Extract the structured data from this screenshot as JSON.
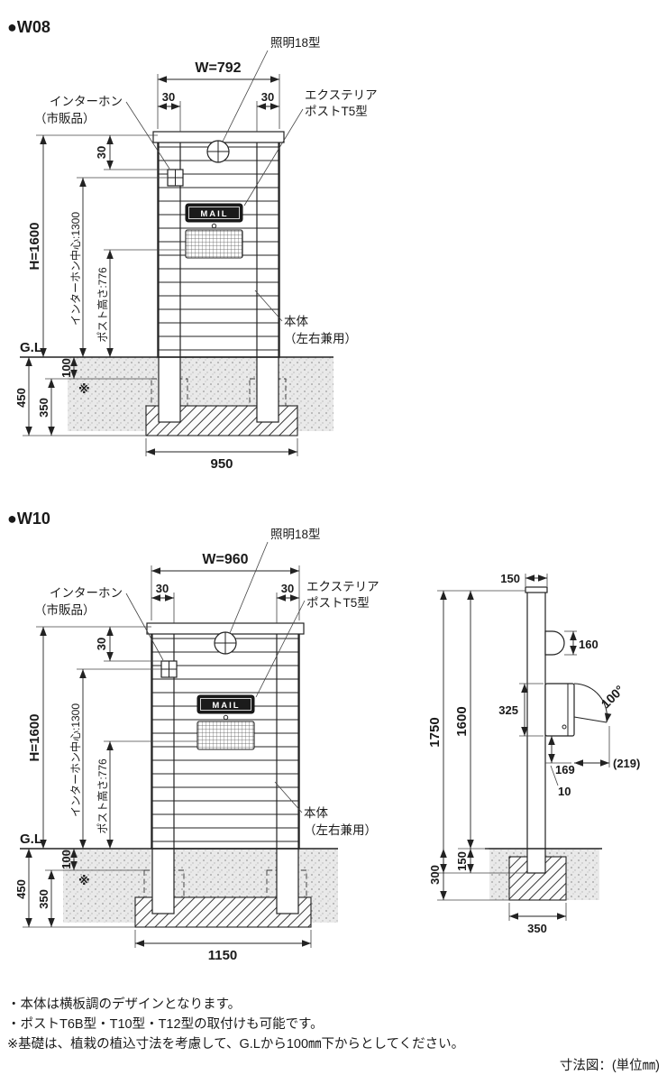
{
  "w08": {
    "title": "●W08",
    "dims": {
      "width": "W=792",
      "inset_left": "30",
      "inset_right": "30",
      "top_offset": "30",
      "height": "H=1600",
      "intercom_center": "インターホン中心:1300",
      "post_height": "ポスト高さ:776",
      "gl": "G.L",
      "embed_total": "450",
      "footing_depth": "350",
      "cover_depth": "100",
      "ref_mark": "※",
      "footing_width": "950"
    },
    "labels": {
      "light": "照明18型",
      "intercom_line1": "インターホン",
      "intercom_line2": "（市販品）",
      "post_line1": "エクステリア",
      "post_line2": "ポストT5型",
      "body_line1": "本体",
      "body_line2": "（左右兼用）",
      "mail": "MAIL"
    }
  },
  "w10": {
    "title": "●W10",
    "dims": {
      "width": "W=960",
      "inset_left": "30",
      "inset_right": "30",
      "top_offset": "30",
      "height": "H=1600",
      "intercom_center": "インターホン中心:1300",
      "post_height": "ポスト高さ:776",
      "gl": "G.L",
      "embed_total": "450",
      "footing_depth": "350",
      "cover_depth": "100",
      "ref_mark": "※",
      "footing_width": "1150"
    },
    "labels": {
      "light": "照明18型",
      "intercom_line1": "インターホン",
      "intercom_line2": "（市販品）",
      "post_line1": "エクステリア",
      "post_line2": "ポストT5型",
      "body_line1": "本体",
      "body_line2": "（左右兼用）",
      "mail": "MAIL"
    }
  },
  "side": {
    "dims": {
      "post_depth": "150",
      "light_height": "160",
      "box_height": "325",
      "open_angle": "100°",
      "total_height": "1750",
      "height_above_gl": "1600",
      "lower_box": "169",
      "open_reach": "(219)",
      "clearance": "10",
      "embed_total": "300",
      "post_embed": "150",
      "footing_width": "350"
    }
  },
  "footer": {
    "note1": "・本体は横板調のデザインとなります。",
    "note2": "・ポストT6B型・T10型・T12型の取付けも可能です。",
    "note3": "※基礎は、植栽の植込寸法を考慮して、G.Lから100㎜下からとしてください。",
    "unit": "寸法図：(単位㎜)"
  }
}
